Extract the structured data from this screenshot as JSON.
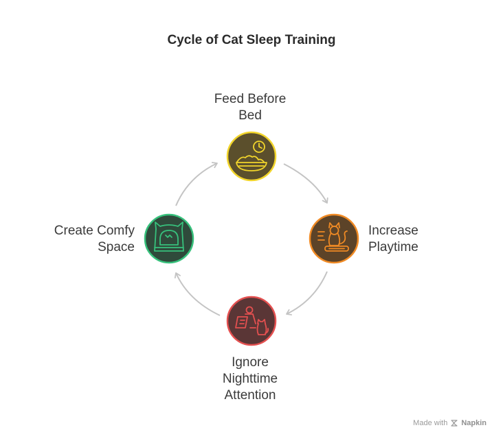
{
  "title": "Cycle of Cat Sleep Training",
  "nodes": [
    {
      "id": "feed",
      "lines": [
        "Feed Before",
        "Bed"
      ],
      "fill": "#5b4f2c",
      "stroke": "#f2d52b",
      "icon": "food-bowl-clock-icon"
    },
    {
      "id": "play",
      "lines": [
        "Increase",
        "Playtime"
      ],
      "fill": "#5c4328",
      "stroke": "#f08a24",
      "icon": "cat-on-scratcher-icon"
    },
    {
      "id": "ignore",
      "lines": [
        "Ignore",
        "Nighttime",
        "Attention"
      ],
      "fill": "#5a3636",
      "stroke": "#e45050",
      "icon": "person-laptop-cat-icon"
    },
    {
      "id": "comfy",
      "lines": [
        "Create Comfy",
        "Space"
      ],
      "fill": "#2f4a3b",
      "stroke": "#37c17c",
      "icon": "cat-bed-icon"
    }
  ],
  "footer": {
    "prefix": "Made with",
    "brand": "Napkin"
  }
}
